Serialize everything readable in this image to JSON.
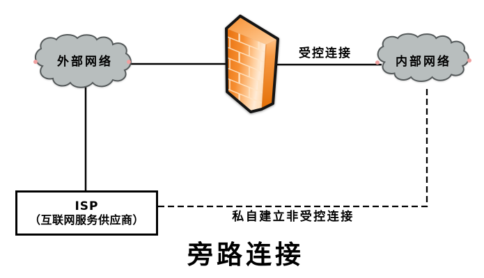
{
  "diagram": {
    "title": "旁路连接",
    "type": "network-topology"
  },
  "nodes": {
    "external_network": {
      "label": "外部网络",
      "shape": "cloud"
    },
    "internal_network": {
      "label": "内部网络",
      "shape": "cloud"
    },
    "firewall": {
      "icon": "firewall-brick-wall"
    },
    "isp": {
      "name": "ISP",
      "description": "（互联网服务供应商）"
    }
  },
  "connections": {
    "controlled": {
      "label": "受控连接",
      "style": "solid",
      "from": "firewall",
      "to": "internal_network"
    },
    "external_to_firewall": {
      "style": "solid",
      "from": "external_network",
      "to": "firewall"
    },
    "external_to_isp": {
      "style": "solid",
      "from": "external_network",
      "to": "isp"
    },
    "bypass": {
      "label": "私自建立非受控连接",
      "style": "dashed",
      "from": "isp",
      "to": "internal_network"
    }
  },
  "colors": {
    "cloud_fill": "#b8bebe",
    "cloud_stroke": "#54595a",
    "firewall_orange": "#f1801f",
    "firewall_highlight": "#ffebd6",
    "mortar": "#ffe4c4",
    "line": "#000000",
    "connector_dot": "#f0a0a0",
    "text": "#000000"
  }
}
